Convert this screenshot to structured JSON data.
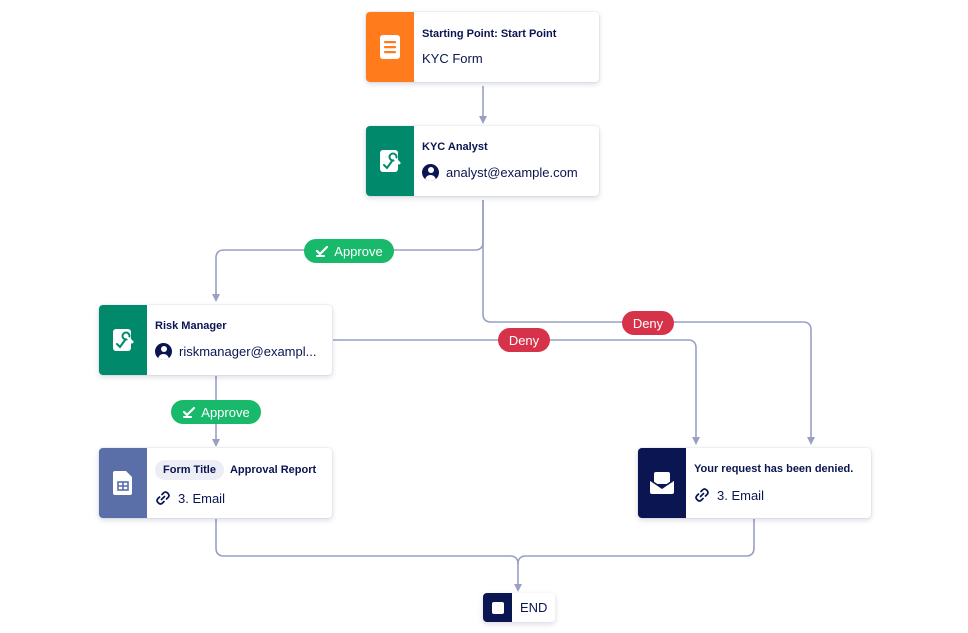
{
  "colors": {
    "connector": "#9aa0c4",
    "navy": "#0a1551",
    "orange": "#ff7b1c",
    "teal": "#00896b",
    "slate": "#5a6ea8",
    "approve": "#18b96a",
    "deny": "#d6334a"
  },
  "nodes": {
    "start": {
      "icon": "form-document-icon",
      "title": "Starting Point: Start Point",
      "subtitle": "KYC Form"
    },
    "kyc_analyst": {
      "icon": "approval-clipboard-icon",
      "title": "KYC Analyst",
      "assignee": "analyst@example.com"
    },
    "risk_manager": {
      "icon": "approval-clipboard-icon",
      "title": "Risk Manager",
      "assignee": "riskmanager@exampl..."
    },
    "approval_report": {
      "icon": "report-spreadsheet-icon",
      "tag": "Form Title",
      "title": "Approval Report",
      "link": "3. Email"
    },
    "denied_email": {
      "icon": "email-envelope-icon",
      "title": "Your request has been denied.",
      "link": "3. Email"
    },
    "end": {
      "icon": "stop-square-icon",
      "label": "END"
    }
  },
  "edges": {
    "approve_1": "Approve",
    "approve_2": "Approve",
    "deny_1": "Deny",
    "deny_2": "Deny"
  }
}
